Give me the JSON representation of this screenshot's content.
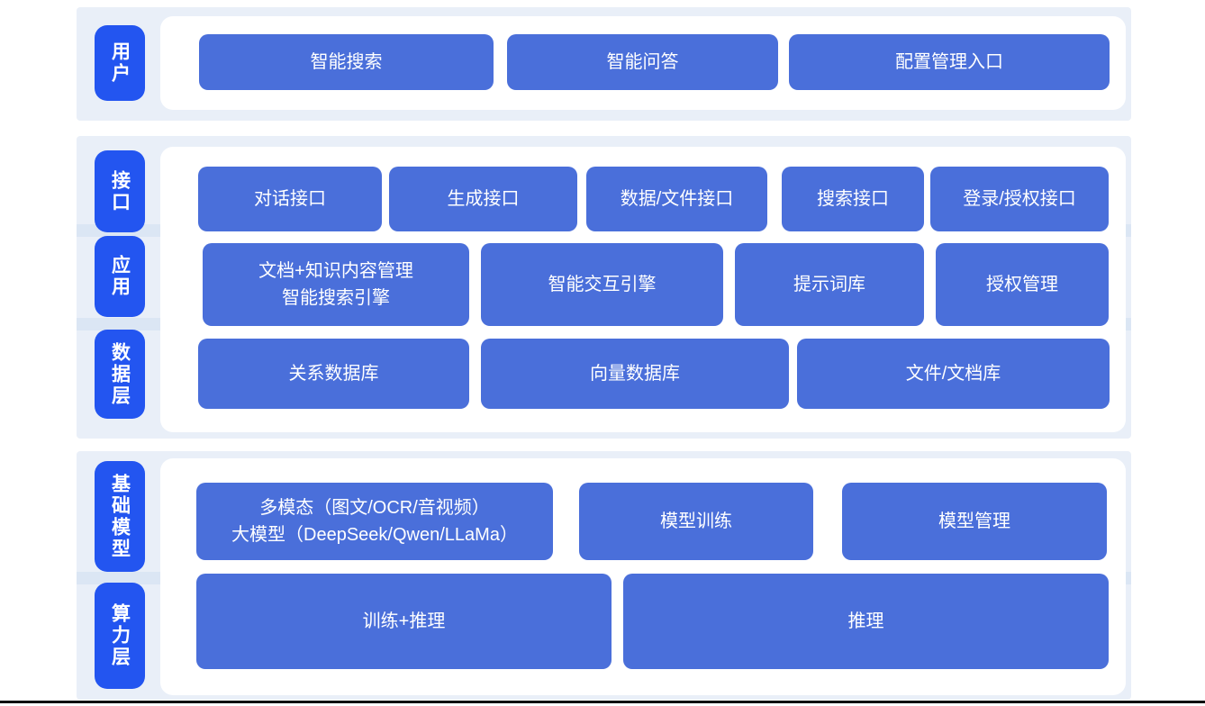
{
  "diagram_title": "layered-ai-platform-architecture",
  "colors": {
    "layer_pill_blue": "#2355f0",
    "box_blue": "#4a6fda",
    "panel_light_blue": "#e9eff8",
    "panel_overlap_seam": "#dbe6f4",
    "container_white": "#ffffff",
    "text_white": "#ffffff",
    "bottom_line": "#0d0d0d"
  },
  "layers": {
    "user": "用户",
    "interface": "接口",
    "application": "应用",
    "data": "数据层",
    "base_model": "基础模型",
    "compute": "算力层"
  },
  "rows": {
    "user": [
      "智能搜索",
      "智能问答",
      "配置管理入口"
    ],
    "interface": [
      "对话接口",
      "生成接口",
      "数据/文件接口",
      "搜索接口",
      "登录/授权接口"
    ],
    "application": [
      "文档+知识内容管理\n智能搜索引擎",
      "智能交互引擎",
      "提示词库",
      "授权管理"
    ],
    "data": [
      "关系数据库",
      "向量数据库",
      "文件/文档库"
    ],
    "model": [
      "多模态（图文/OCR/音视频）\n大模型（DeepSeek/Qwen/LLaMa）",
      "模型训练",
      "模型管理"
    ],
    "compute": [
      "训练+推理",
      "推理"
    ]
  }
}
